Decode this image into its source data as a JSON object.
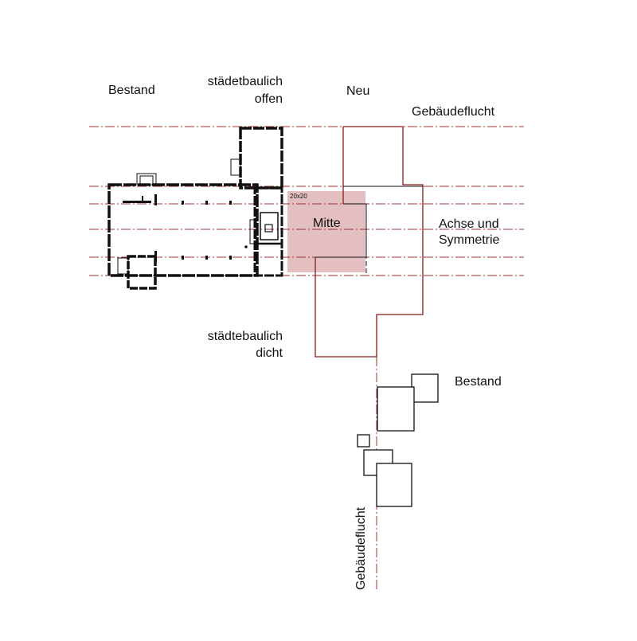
{
  "labels": {
    "bestand_left": "Bestand",
    "offen_line1": "städetbaulich",
    "offen_line2": "offen",
    "neu": "Neu",
    "gebaeudeflucht_top": "Gebäudeflucht",
    "grid_note": "20x20",
    "mitte": "Mitte",
    "achse_line1": "Achse und",
    "achse_line2": "Symmetrie",
    "dicht_line1": "städtebaulich",
    "dicht_line2": "dicht",
    "bestand_right": "Bestand",
    "gebaeudeflucht_vertical": "Gebäudeflucht"
  },
  "colors": {
    "axis_line": "#a0302e",
    "new_building": "#8b1a1a",
    "center_square": "#d9a9ae",
    "existing": "#111111"
  }
}
